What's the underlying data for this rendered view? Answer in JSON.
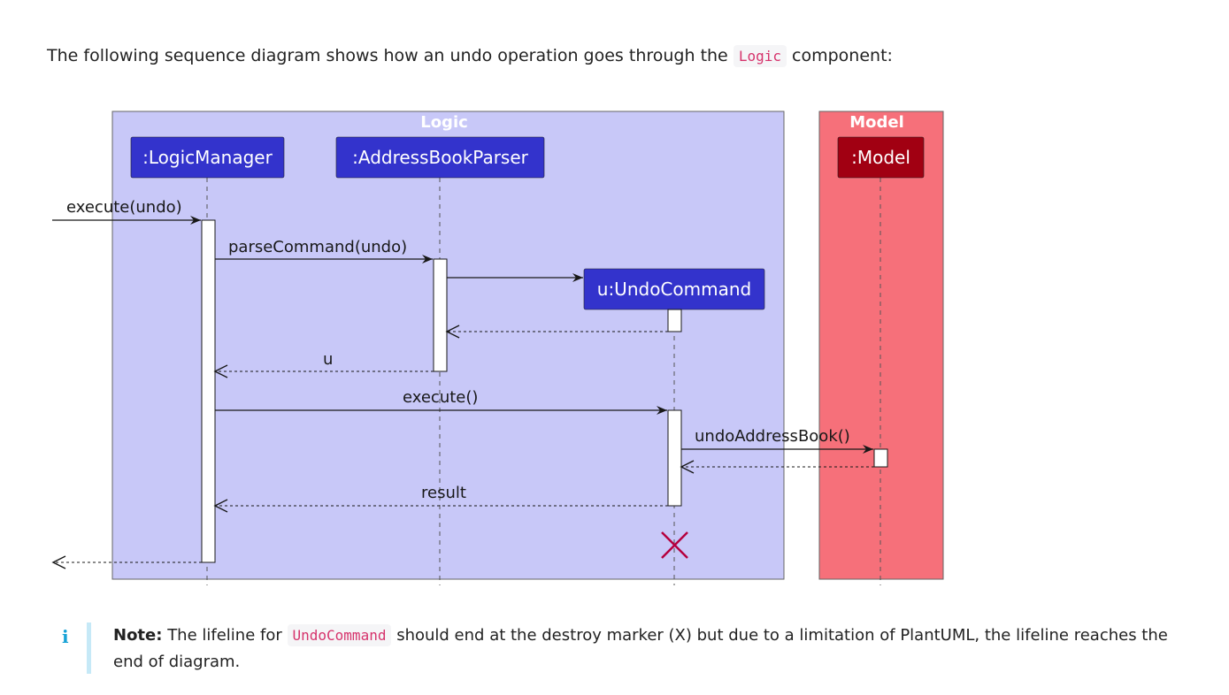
{
  "intro": {
    "before": "The following sequence diagram shows how an undo operation goes through the",
    "code": "Logic",
    "after": "component:"
  },
  "diagram": {
    "groups": [
      {
        "label": "Logic",
        "color": "#c8c8f8"
      },
      {
        "label": "Model",
        "color": "#f6707a"
      }
    ],
    "participants": [
      {
        "label": ":LogicManager",
        "color": "#3333cc"
      },
      {
        "label": ":AddressBookParser",
        "color": "#3333cc"
      },
      {
        "label": "u:UndoCommand",
        "color": "#3333cc"
      },
      {
        "label": ":Model",
        "color": "#a10012"
      }
    ],
    "messages": [
      {
        "label": "execute(undo)"
      },
      {
        "label": "parseCommand(undo)"
      },
      {
        "label": "u"
      },
      {
        "label": "execute()"
      },
      {
        "label": "undoAddressBook()"
      },
      {
        "label": "result"
      }
    ],
    "destroy_marker_color": "#b5003e"
  },
  "note": {
    "icon": "info-icon",
    "heading": "Note:",
    "before": "The lifeline for",
    "code": "UndoCommand",
    "after": "should end at the destroy marker (X) but due to a limitation of PlantUML, the lifeline reaches the end of diagram."
  }
}
